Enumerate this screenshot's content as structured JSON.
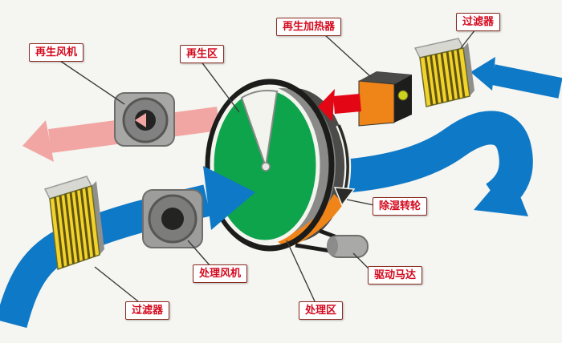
{
  "diagram": {
    "labels": {
      "regen_fan": "再生风机",
      "regen_zone": "再生区",
      "regen_heater": "再生加热器",
      "filter_top": "过滤器",
      "dehumidifier_wheel": "除湿转轮",
      "drive_motor": "驱动马达",
      "process_zone": "处理区",
      "process_fan": "处理风机",
      "filter_bottom": "过滤器"
    },
    "colors": {
      "duct_blue": "#0e79c6",
      "exhaust_pink": "#f2a6a3",
      "hot_air_red": "#e30615",
      "wheel_green": "#0ea44c",
      "heater_orange": "#ef8418",
      "filter_yellow": "#f2d32b",
      "label_text_red": "#d40a1e",
      "background": "#f5f5f1"
    }
  }
}
